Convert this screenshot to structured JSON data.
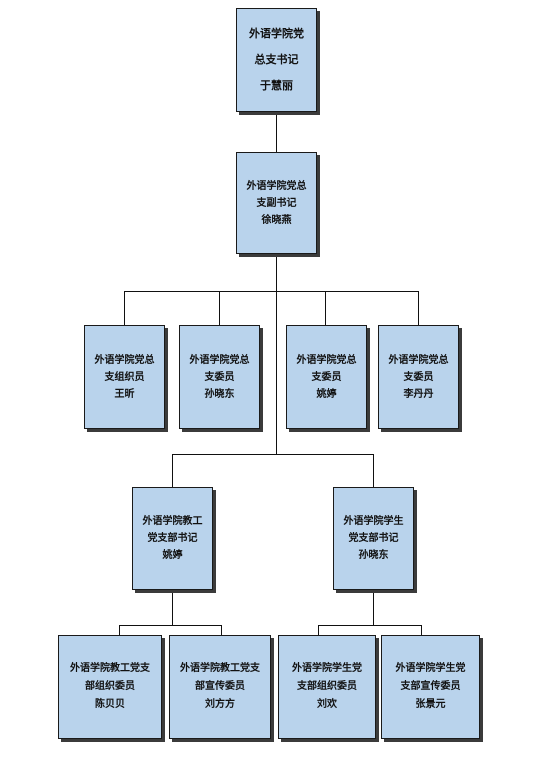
{
  "nodes": {
    "secretary": {
      "lines": [
        "外语学院党",
        "总支书记",
        "于慧丽"
      ]
    },
    "deputy_secretary": {
      "lines": [
        "外语学院党总",
        "支副书记",
        "徐晓燕"
      ]
    },
    "organization_member": {
      "lines": [
        "外语学院党总",
        "支组织员",
        "王昕"
      ]
    },
    "committee_member_sun": {
      "lines": [
        "外语学院党总",
        "支委员",
        "孙晓东"
      ]
    },
    "committee_member_yao": {
      "lines": [
        "外语学院党总",
        "支委员",
        "姚婷"
      ]
    },
    "committee_member_li": {
      "lines": [
        "外语学院党总",
        "支委员",
        "李丹丹"
      ]
    },
    "faculty_branch_secretary": {
      "lines": [
        "外语学院教工",
        "党支部书记",
        "姚婷"
      ]
    },
    "student_branch_secretary": {
      "lines": [
        "外语学院学生",
        "党支部书记",
        "孙晓东"
      ]
    },
    "faculty_organization_member": {
      "lines": [
        "外语学院教工党支",
        "部组织委员",
        "陈贝贝"
      ]
    },
    "faculty_publicity_member": {
      "lines": [
        "外语学院教工党支",
        "部宣传委员",
        "刘方方"
      ]
    },
    "student_organization_member": {
      "lines": [
        "外语学院学生党",
        "支部组织委员",
        "刘欢"
      ]
    },
    "student_publicity_member": {
      "lines": [
        "外语学院学生党",
        "支部宣传委员",
        "张景元"
      ]
    }
  },
  "colors": {
    "box_fill": "#b9d3ec",
    "box_border": "#1a1a1a",
    "connector": "#111111"
  }
}
